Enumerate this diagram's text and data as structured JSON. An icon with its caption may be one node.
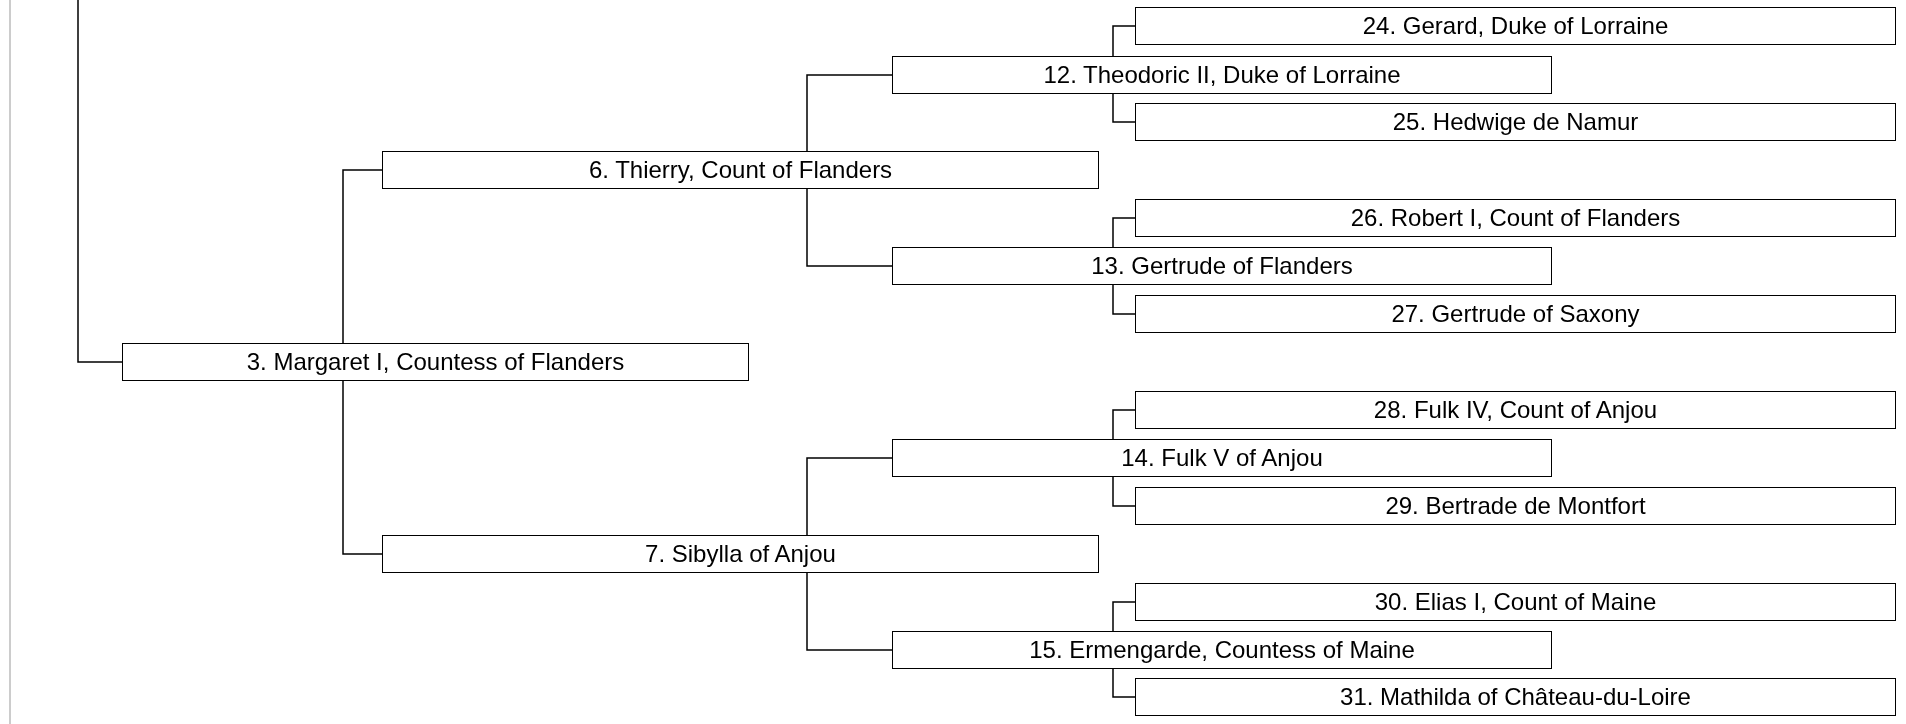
{
  "diagram": {
    "nodes": [
      {
        "text": [
          "24. Gerard, Duke of Lorraine"
        ]
      },
      {
        "text": [
          "12. Theodoric II, Duke of Lorraine"
        ]
      },
      {
        "text": [
          "25. Hedwige de Namur"
        ]
      },
      {
        "text": [
          "6. Thierry, Count of Flanders"
        ]
      },
      {
        "text": [
          "26. Robert I, Count of Flanders"
        ]
      },
      {
        "text": [
          "13. Gertrude of Flanders"
        ]
      },
      {
        "text": [
          "27. Gertrude of Saxony"
        ]
      },
      {
        "text": [
          "3. Margaret I, Countess of Flanders"
        ]
      },
      {
        "text": [
          "28. Fulk IV, Count of Anjou"
        ]
      },
      {
        "text": [
          "14. Fulk V of Anjou"
        ]
      },
      {
        "text": [
          "29. Bertrade de Montfort"
        ]
      },
      {
        "text": [
          "7. Sibylla of Anjou"
        ]
      },
      {
        "text": [
          "30. Elias I, Count of Maine"
        ]
      },
      {
        "text": [
          "15. Ermengarde, Countess of Maine"
        ]
      },
      {
        "text": [
          "31. Mathilda of Château-du-Loire"
        ]
      }
    ],
    "edges": [
      {
        "from": null,
        "to": 7,
        "arrow": "none"
      },
      {
        "from": 7,
        "to": 3,
        "arrow": "none"
      },
      {
        "from": 7,
        "to": 11,
        "arrow": "none"
      },
      {
        "from": 3,
        "to": 1,
        "arrow": "none"
      },
      {
        "from": 3,
        "to": 5,
        "arrow": "none"
      },
      {
        "from": 11,
        "to": 9,
        "arrow": "none"
      },
      {
        "from": 11,
        "to": 13,
        "arrow": "none"
      },
      {
        "from": 1,
        "to": 0,
        "arrow": "none"
      },
      {
        "from": 1,
        "to": 2,
        "arrow": "none"
      },
      {
        "from": 5,
        "to": 4,
        "arrow": "none"
      },
      {
        "from": 5,
        "to": 6,
        "arrow": "none"
      },
      {
        "from": 9,
        "to": 8,
        "arrow": "none"
      },
      {
        "from": 9,
        "to": 10,
        "arrow": "none"
      },
      {
        "from": 13,
        "to": 12,
        "arrow": "none"
      },
      {
        "from": 13,
        "to": 14,
        "arrow": "none"
      }
    ]
  }
}
